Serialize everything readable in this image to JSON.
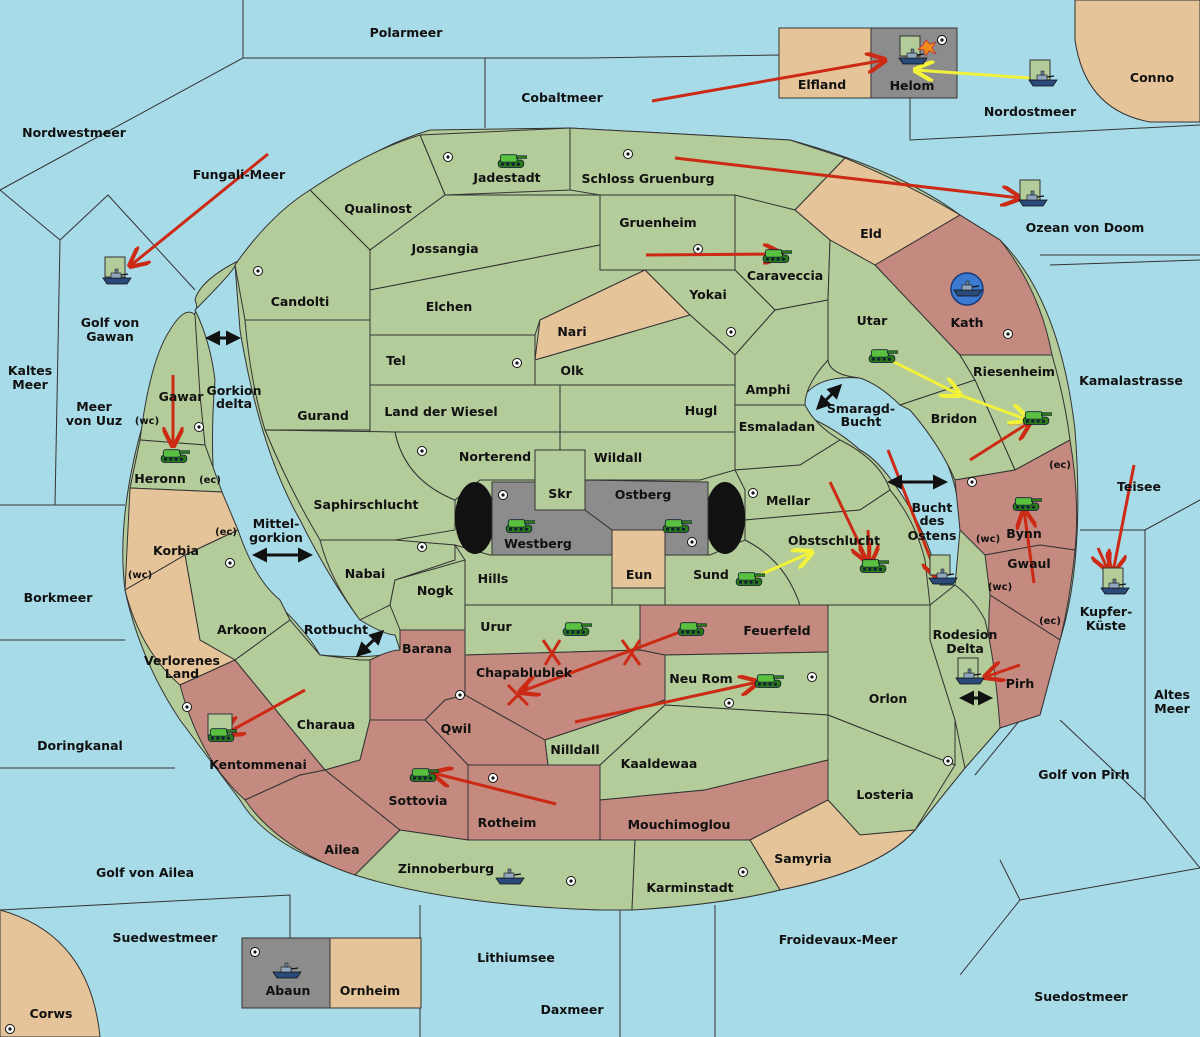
{
  "colors": {
    "sea": "#a8dbe8",
    "land": "#b3cc9a",
    "neutral": "#e6c49a",
    "hostile": "#c48a80",
    "capital": "#8c8c8c",
    "move_arrow": "#cc2a14",
    "support_arrow": "#f2f23a",
    "convoy_arrow": "#111111",
    "army": "#3a9a2a",
    "fleet": "#2a4a7a"
  },
  "icons": {
    "army": "tank-icon",
    "fleet": "battleship-icon",
    "supply_center": "supply-center-icon",
    "failed_move": "x-mark-icon",
    "convoy": "double-arrow-icon",
    "explosion": "explosion-icon"
  },
  "labels": {
    "polarmeer": "Polarmeer",
    "conno": "Conno",
    "nordostmeer": "Nordostmeer",
    "cobaltmeer": "Cobaltmeer",
    "elfland": "Elfland",
    "helom": "Helom",
    "nordwestmeer": "Nordwestmeer",
    "fungali_meer": "Fungali-Meer",
    "ozean_von_doom": "Ozean von Doom",
    "jadestadt": "Jadestadt",
    "schloss_gruenburg": "Schloss Gruenburg",
    "qualinost": "Qualinost",
    "gruenheim": "Gruenheim",
    "eld": "Eld",
    "jossangia": "Jossangia",
    "caraveccia": "Caraveccia",
    "candolti": "Candolti",
    "yokai": "Yokai",
    "elchen": "Elchen",
    "kath": "Kath",
    "golf_von_gawan_1": "Golf von",
    "golf_von_gawan_2": "Gawan",
    "nari": "Nari",
    "utar": "Utar",
    "kaltes_meer_1": "Kaltes",
    "kaltes_meer_2": "Meer",
    "tel": "Tel",
    "olk": "Olk",
    "riesenheim": "Riesenheim",
    "kamalastrasse": "Kamalastrasse",
    "gawar": "Gawar",
    "gorkion_delta_1": "Gorkion",
    "gorkion_delta_2": "delta",
    "amphi": "Amphi",
    "meer_von_uuz_1": "Meer",
    "meer_von_uuz_2": "von Uuz",
    "wc": "(wc)",
    "ec": "(ec)",
    "gurand": "Gurand",
    "land_der_wiesel": "Land der Wiesel",
    "hugl": "Hugl",
    "smaragd_bucht_1": "Smaragd-",
    "smaragd_bucht_2": "Bucht",
    "bridon": "Bridon",
    "esmaladan": "Esmaladan",
    "heronn": "Heronn",
    "norterend": "Norterend",
    "wildall": "Wildall",
    "teisee": "Teisee",
    "skr": "Skr",
    "ostberg": "Ostberg",
    "mellar": "Mellar",
    "saphirschlucht": "Saphirschlucht",
    "bucht_des_ostens_1": "Bucht",
    "bucht_des_ostens_2": "des",
    "bucht_des_ostens_3": "Ostens",
    "mittelgorkion_1": "Mittel-",
    "mittelgorkion_2": "gorkion",
    "bynn": "Bynn",
    "westberg": "Westberg",
    "korbia": "Korbia",
    "obstschlucht": "Obstschlucht",
    "nabai": "Nabai",
    "eun": "Eun",
    "hills": "Hills",
    "sund": "Sund",
    "gwaul": "Gwaul",
    "borkmeer": "Borkmeer",
    "nogk": "Nogk",
    "kupfer_kueste_1": "Kupfer-",
    "kupfer_kueste_2": "Küste",
    "arkoon": "Arkoon",
    "rotbucht": "Rotbucht",
    "urur": "Urur",
    "feuerfeld": "Feuerfeld",
    "rodesion_delta_1": "Rodesion",
    "rodesion_delta_2": "Delta",
    "barana": "Barana",
    "chapablublek": "Chapablublek",
    "verlorenes_land_1": "Verlorenes",
    "verlorenes_land_2": "Land",
    "neu_rom": "Neu Rom",
    "pirh": "Pirh",
    "altes_meer_1": "Altes",
    "altes_meer_2": "Meer",
    "orlon": "Orlon",
    "charaua": "Charaua",
    "qwil": "Qwil",
    "doringkanal": "Doringkanal",
    "nilldall": "Nilldall",
    "kaaldewaa": "Kaaldewaa",
    "kentommenai": "Kentommenai",
    "golf_von_pirh": "Golf von Pirh",
    "sottovia": "Sottovia",
    "losteria": "Losteria",
    "rotheim": "Rotheim",
    "mouchimoglou": "Mouchimoglou",
    "ailea": "Ailea",
    "samyria": "Samyria",
    "golf_von_ailea": "Golf von Ailea",
    "zinnoberburg": "Zinnoberburg",
    "karminstadt": "Karminstadt",
    "suedwestmeer": "Suedwestmeer",
    "lithiumsee": "Lithiumsee",
    "froidevaux_meer": "Froidevaux-Meer",
    "abaun": "Abaun",
    "ornheim": "Ornheim",
    "suedostmeer": "Suedostmeer",
    "daxmeer": "Daxmeer",
    "corws": "Corws"
  }
}
